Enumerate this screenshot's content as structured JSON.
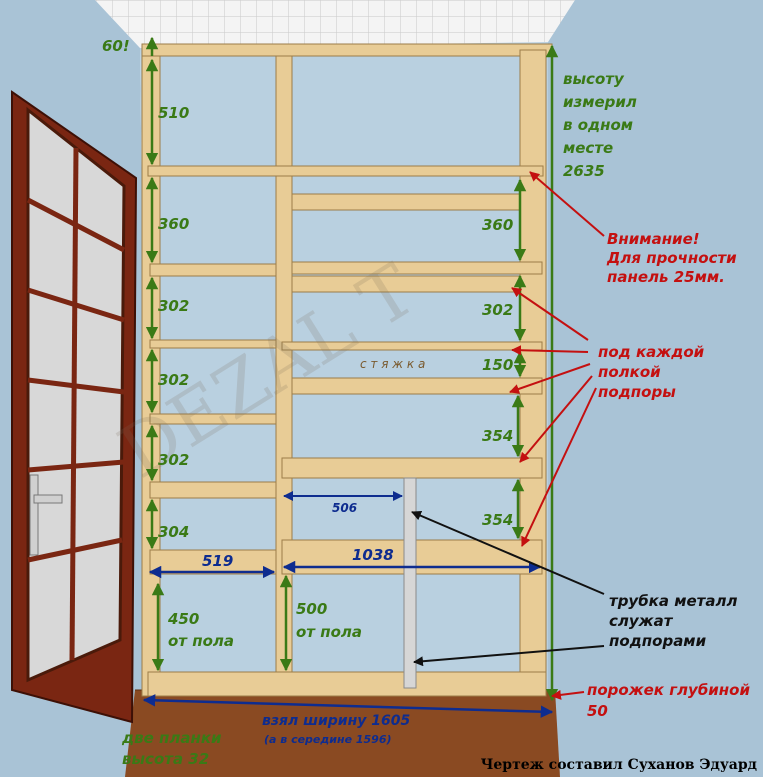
{
  "dimensions": {
    "top_gap": "60!",
    "left_heights": [
      "510",
      "360",
      "302",
      "302",
      "302",
      "304"
    ],
    "right_heights": [
      "360",
      "302",
      "150",
      "354",
      "354"
    ],
    "width_left": "519",
    "width_right": "1038",
    "width_pipe": "506",
    "height_left_floor": [
      "450",
      "от пола"
    ],
    "height_right_floor": [
      "500",
      "от пола"
    ],
    "total_width": "взял ширину 1605",
    "total_width_note": "(а в середине 1596)"
  },
  "labels": {
    "stretcher": "с т я ж к а",
    "height_note": [
      "высоту",
      "измерил",
      "в одном",
      "месте",
      "2635"
    ],
    "warning": [
      "Внимание!",
      "Для прочности",
      "панель 25мм."
    ],
    "supports": [
      "под каждой",
      "полкой",
      "подпоры"
    ],
    "pipe": [
      "трубка металл",
      "служат",
      "подпорами"
    ],
    "threshold": [
      "порожек глубиной",
      "50"
    ],
    "planks": [
      "две планки",
      "высота 32"
    ],
    "credit": "Чертеж составил Суханов Эдуард"
  },
  "colors": {
    "wall": "#a9c3d6",
    "wood": "#e8cc96",
    "wood_dark": "#c7a66c",
    "floor": "#8a4a22",
    "door": "#7a2612",
    "green": "#3a7a16",
    "blue": "#0e2c8f",
    "red": "#c41010"
  }
}
